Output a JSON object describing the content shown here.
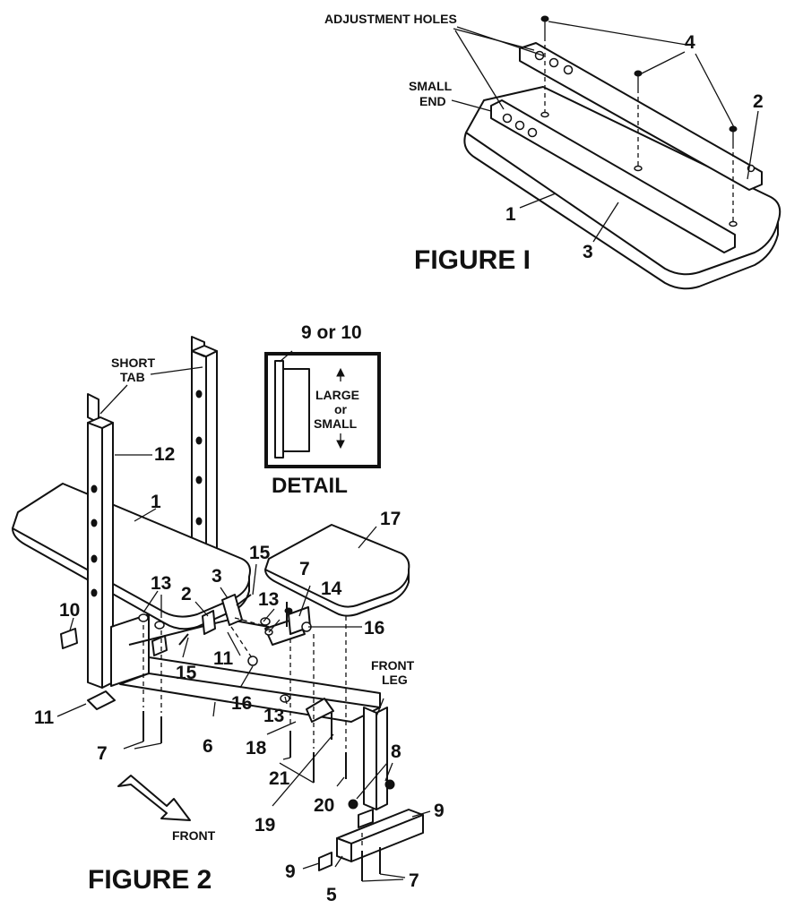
{
  "figure1": {
    "title": "FIGURE I",
    "labels": {
      "adjustment_holes": "ADJUSTMENT HOLES",
      "small": "SMALL",
      "end": "END",
      "p1": "1",
      "p2": "2",
      "p3": "3",
      "p4": "4"
    }
  },
  "detail": {
    "title": "DETAIL",
    "heading": "9 or 10",
    "large": "LARGE",
    "or": "or",
    "small": "SMALL"
  },
  "figure2": {
    "title": "FIGURE 2",
    "labels": {
      "short": "SHORT",
      "tab": "TAB",
      "front_label": "FRONT",
      "front_leg_1": "FRONT",
      "front_leg_2": "LEG",
      "p12": "12",
      "p1": "1",
      "p10": "10",
      "p11a": "11",
      "p13a": "13",
      "p2": "2",
      "p3": "3",
      "p15a": "15",
      "p15b": "15",
      "p11b": "11",
      "p7a": "7",
      "p13b": "13",
      "p14": "14",
      "p16a": "16",
      "p16b": "16",
      "p17": "17",
      "p13c": "13",
      "p6": "6",
      "p7b": "7",
      "p18": "18",
      "p21": "21",
      "p19": "19",
      "p20": "20",
      "p8": "8",
      "p9a": "9",
      "p9b": "9",
      "p5": "5",
      "p7c": "7"
    }
  }
}
